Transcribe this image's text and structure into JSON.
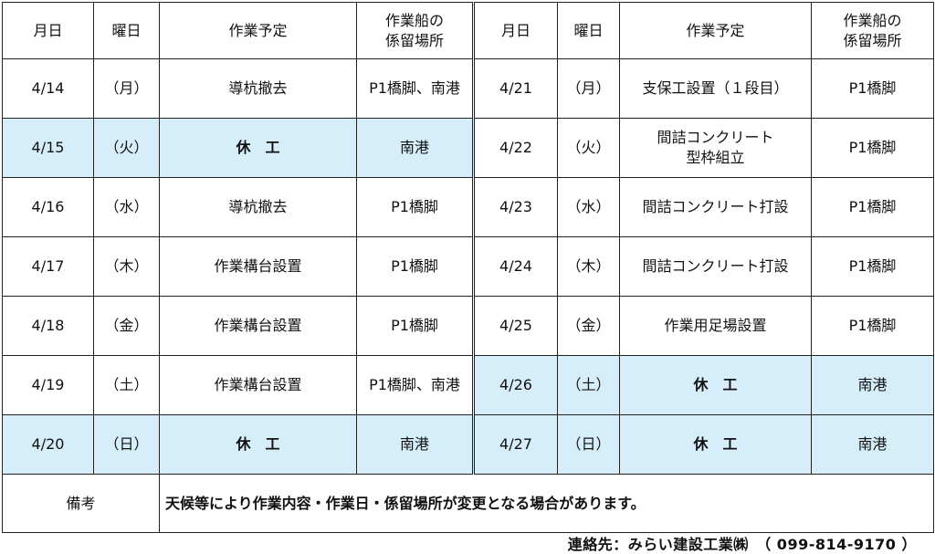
{
  "headers": {
    "month_day": "月日",
    "weekday": "曜日",
    "work_plan": "作業予定",
    "mooring_line1": "作業船の",
    "mooring_line2": "係留場所"
  },
  "rows": [
    {
      "left": {
        "date": "4/14",
        "day": "（月）",
        "work": "導杭撤去",
        "place": "P1橋脚、南港",
        "holiday": false
      },
      "right": {
        "date": "4/21",
        "day": "（月）",
        "work": "支保工設置（１段目）",
        "place": "P1橋脚",
        "holiday": false
      }
    },
    {
      "left": {
        "date": "4/15",
        "day": "（火）",
        "work": "休　工",
        "place": "南港",
        "holiday": true
      },
      "right": {
        "date": "4/22",
        "day": "（火）",
        "work": "間詰コンクリート",
        "work2": "型枠組立",
        "place": "P1橋脚",
        "holiday": false
      }
    },
    {
      "left": {
        "date": "4/16",
        "day": "（水）",
        "work": "導杭撤去",
        "place": "P1橋脚",
        "holiday": false
      },
      "right": {
        "date": "4/23",
        "day": "（水）",
        "work": "間詰コンクリート打設",
        "place": "P1橋脚",
        "holiday": false
      }
    },
    {
      "left": {
        "date": "4/17",
        "day": "（木）",
        "work": "作業構台設置",
        "place": "P1橋脚",
        "holiday": false
      },
      "right": {
        "date": "4/24",
        "day": "（木）",
        "work": "間詰コンクリート打設",
        "place": "P1橋脚",
        "holiday": false
      }
    },
    {
      "left": {
        "date": "4/18",
        "day": "（金）",
        "work": "作業構台設置",
        "place": "P1橋脚",
        "holiday": false
      },
      "right": {
        "date": "4/25",
        "day": "（金）",
        "work": "作業用足場設置",
        "place": "P1橋脚",
        "holiday": false
      }
    },
    {
      "left": {
        "date": "4/19",
        "day": "（土）",
        "work": "作業構台設置",
        "place": "P1橋脚、南港",
        "holiday": false
      },
      "right": {
        "date": "4/26",
        "day": "（土）",
        "work": "休　工",
        "place": "南港",
        "holiday": true
      }
    },
    {
      "left": {
        "date": "4/20",
        "day": "（日）",
        "work": "休　工",
        "place": "南港",
        "holiday": true
      },
      "right": {
        "date": "4/27",
        "day": "（日）",
        "work": "休　工",
        "place": "南港",
        "holiday": true
      }
    }
  ],
  "remarks": {
    "label": "備考",
    "text": "天候等により作業内容・作業日・係留場所が変更となる場合があります。"
  },
  "footer": {
    "contact": "連絡先：みらい建設工業㈱　（ 099-814-9170 ）"
  },
  "colors": {
    "holiday_bg": "#d6eef9",
    "border": "#222222"
  }
}
